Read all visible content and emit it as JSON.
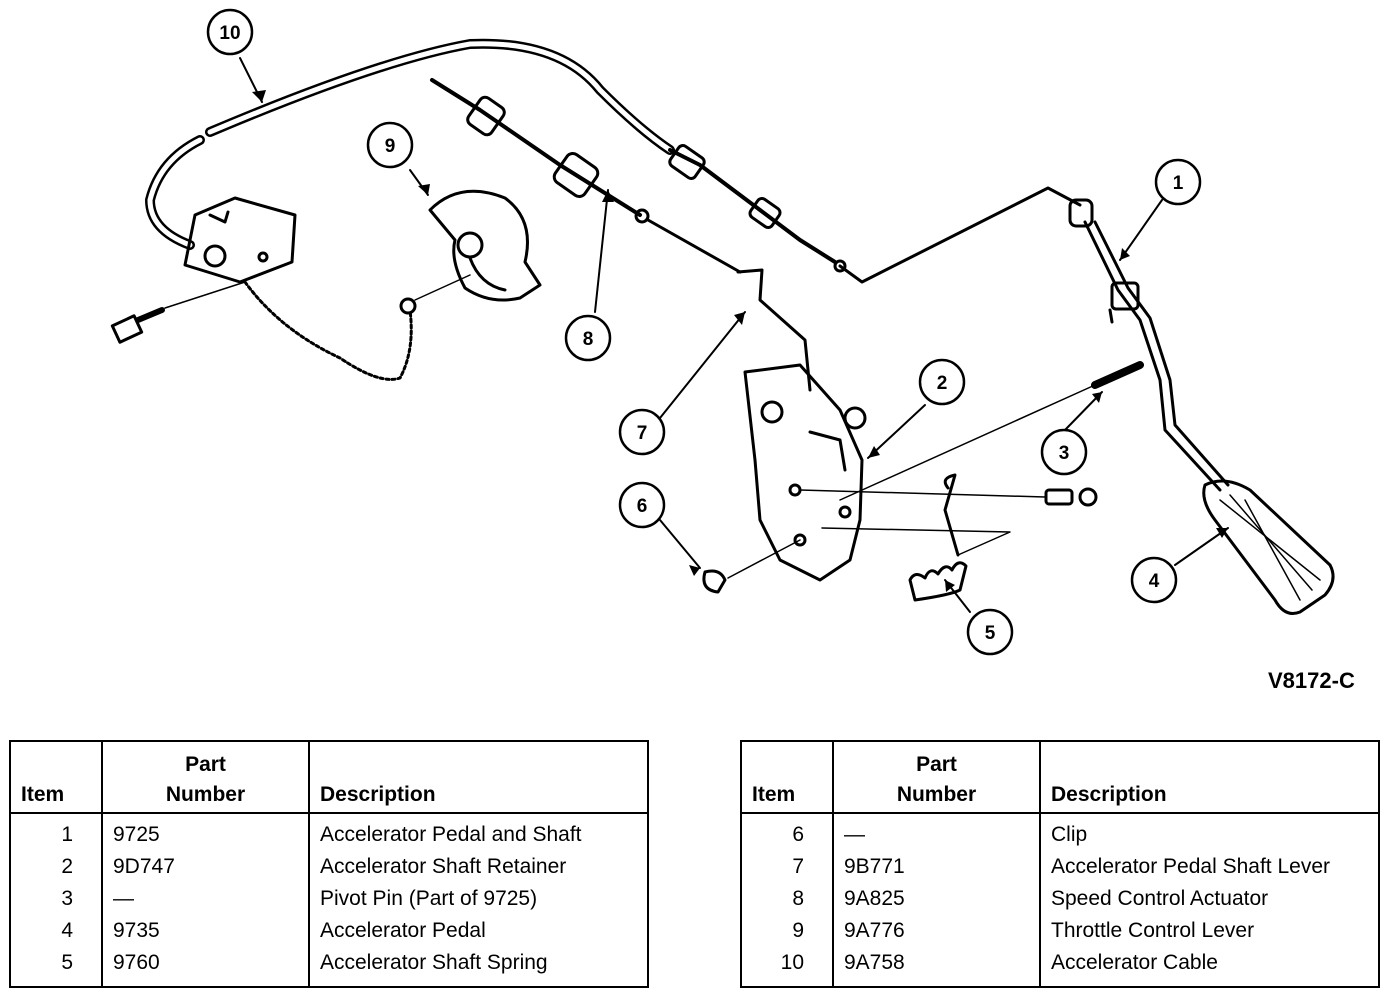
{
  "figure_code": "V8172-C",
  "callouts": [
    "1",
    "2",
    "3",
    "4",
    "5",
    "6",
    "7",
    "8",
    "9",
    "10"
  ],
  "headers": {
    "item": "Item",
    "part_number_line1": "Part",
    "part_number_line2": "Number",
    "description": "Description"
  },
  "parts_left": [
    {
      "item": "1",
      "part_number": "9725",
      "description": "Accelerator Pedal and Shaft"
    },
    {
      "item": "2",
      "part_number": "9D747",
      "description": "Accelerator Shaft Retainer"
    },
    {
      "item": "3",
      "part_number": "—",
      "description": "Pivot Pin (Part of 9725)"
    },
    {
      "item": "4",
      "part_number": "9735",
      "description": "Accelerator Pedal"
    },
    {
      "item": "5",
      "part_number": "9760",
      "description": "Accelerator Shaft Spring"
    }
  ],
  "parts_right": [
    {
      "item": "6",
      "part_number": "—",
      "description": "Clip"
    },
    {
      "item": "7",
      "part_number": "9B771",
      "description": "Accelerator Pedal Shaft Lever"
    },
    {
      "item": "8",
      "part_number": "9A825",
      "description": "Speed Control Actuator"
    },
    {
      "item": "9",
      "part_number": "9A776",
      "description": "Throttle Control Lever"
    },
    {
      "item": "10",
      "part_number": "9A758",
      "description": "Accelerator Cable"
    }
  ]
}
